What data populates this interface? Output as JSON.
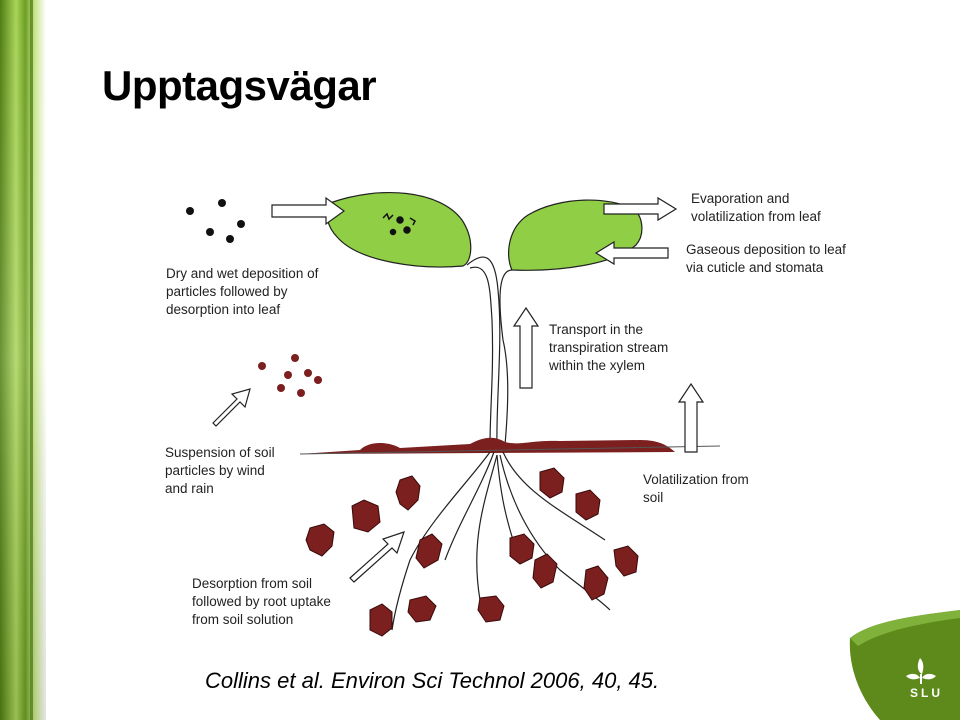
{
  "title": "Upptagsvägar",
  "labels": {
    "deposition_particles": "Dry and wet deposition of\nparticles followed by\ndesorption into leaf",
    "evaporation": "Evaporation and\nvolatilization from leaf",
    "gaseous_deposition": "Gaseous deposition to leaf\nvia cuticle and stomata",
    "transport": "Transport in the\ntranspiration stream\nwithin the xylem",
    "suspension": "Suspension of soil\nparticles by wind\nand rain",
    "volatilization_soil": "Volatilization from\nsoil",
    "desorption_soil": "Desorption from soil\nfollowed by root uptake\nfrom soil solution"
  },
  "citation": "Collins et al. Environ Sci Technol 2006, 40, 45.",
  "logo": {
    "text": "SLU",
    "icon": "slu-leaf-logo-icon"
  },
  "colors": {
    "leaf": "#8fce45",
    "soil": "#7b1f1f",
    "background_bar": "#6a9e1f",
    "logo": "#5d8a1a"
  }
}
